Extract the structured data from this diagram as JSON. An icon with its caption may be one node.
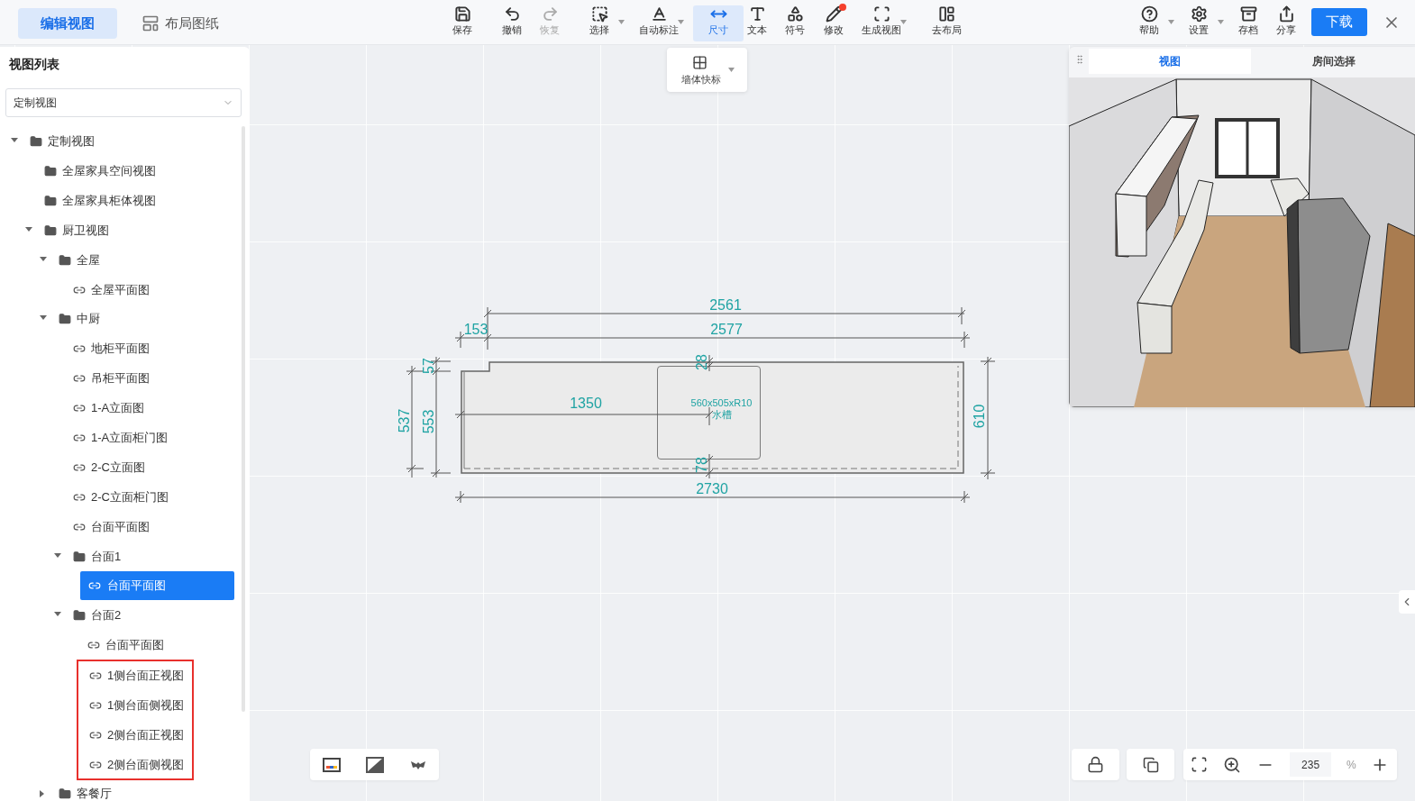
{
  "diagram": {
    "nodes": [
      {
        "text": [
          "台面平面图"
        ]
      },
      {
        "text": [],
        "shape": "box"
      },
      {
        "text": [
          "1侧台面正视图"
        ],
        "in": 1
      },
      {
        "text": [
          "1侧台面侧视图"
        ],
        "in": 1
      },
      {
        "text": [
          "2侧台面正视图"
        ],
        "in": 1
      },
      {
        "text": [
          "2侧台面侧视图"
        ],
        "in": 1
      },
      {
        "text": [],
        "shape": "box"
      },
      {
        "text": [
          "560x505xR10",
          "水槽"
        ],
        "in": 6
      }
    ],
    "labels": [
      "编辑视图",
      "布局图纸",
      "保存",
      "撤销",
      "恢复",
      "选择",
      "自动标注",
      "尺寸",
      "文本",
      "符号",
      "修改",
      "生成视图",
      "去布局",
      "帮助",
      "设置",
      "存档",
      "分享",
      "下载",
      "视图列表",
      "墙体快标",
      "视图",
      "房间选择",
      "定制视图",
      "定制视图",
      "全屋家具空间视图",
      "全屋家具柜体视图",
      "厨卫视图",
      "全屋",
      "全屋平面图",
      "中厨",
      "地柜平面图",
      "吊柜平面图",
      "1-A立面图",
      "1-A立面柜门图",
      "2-C立面图",
      "2-C立面柜门图",
      "台面平面图",
      "台面1",
      "台面2",
      "台面平面图",
      "客餐厅",
      "2561",
      "153",
      "2577",
      "57",
      "537",
      "553",
      "1350",
      "28",
      "78",
      "610",
      "2730",
      "235",
      "%"
    ]
  }
}
